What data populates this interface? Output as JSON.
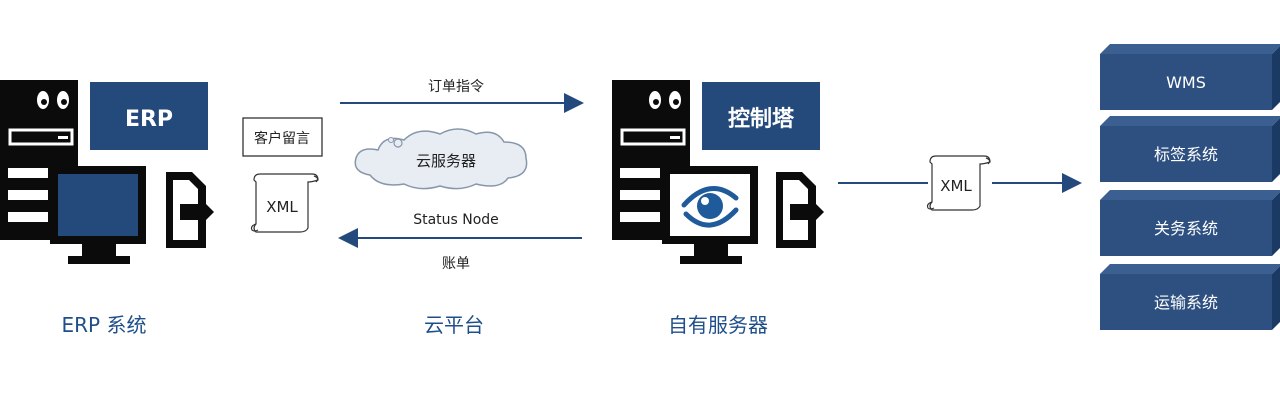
{
  "erp": {
    "box_label": "ERP",
    "caption": "ERP 系统"
  },
  "cloud": {
    "note_label": "客户留言",
    "xml_label": "XML",
    "cloud_label": "云服务器",
    "top_arrow_label": "订单指令",
    "bottom_arrow_label_1": "Status Node",
    "bottom_arrow_label_2": "账单",
    "caption": "云平台"
  },
  "server": {
    "box_label": "控制塔",
    "caption": "自有服务器"
  },
  "middle": {
    "xml_label": "XML"
  },
  "systems": {
    "items": [
      "WMS",
      "标签系统",
      "关务系统",
      "运输系统"
    ]
  },
  "colors": {
    "navy": "#234a7a",
    "caption_blue": "#1f4f8a",
    "arrow": "#24497c",
    "black": "#0b0b0b",
    "cloud_fill": "#e8edf4"
  }
}
